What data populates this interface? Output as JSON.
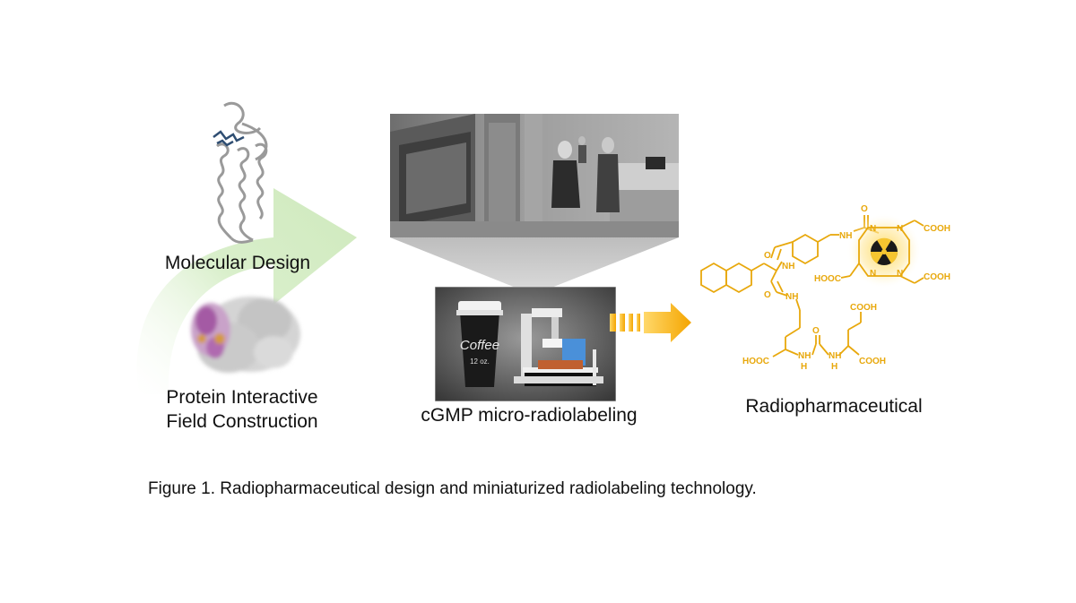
{
  "figure": {
    "caption": "Figure 1. Radiopharmaceutical design and miniaturized radiolabeling technology.",
    "panels": {
      "molecular_design": "Molecular Design",
      "protein_field": [
        "Protein Interactive",
        "Field Construction"
      ],
      "micro_radiolabeling": "cGMP micro-radiolabeling",
      "radiopharmaceutical": "Radiopharmaceutical"
    },
    "coffee_cup": {
      "brand": "Coffee",
      "size": "12 oz."
    },
    "structure_labels": {
      "cooh_top": "COOH",
      "cooh_right": "COOH",
      "cooh_left": "HOOC",
      "glu_cooh_top": "COOH",
      "glu_cooh_right": "COOH",
      "lys_hooc": "HOOC",
      "nh": "NH",
      "n": "N",
      "h": "H",
      "o": "O"
    },
    "colors": {
      "structure": "#e8a80c",
      "green_arrow": "#d6ecc6",
      "orange_arrow": "#f5b20a",
      "photo_gray": "#8a8a8a"
    }
  }
}
